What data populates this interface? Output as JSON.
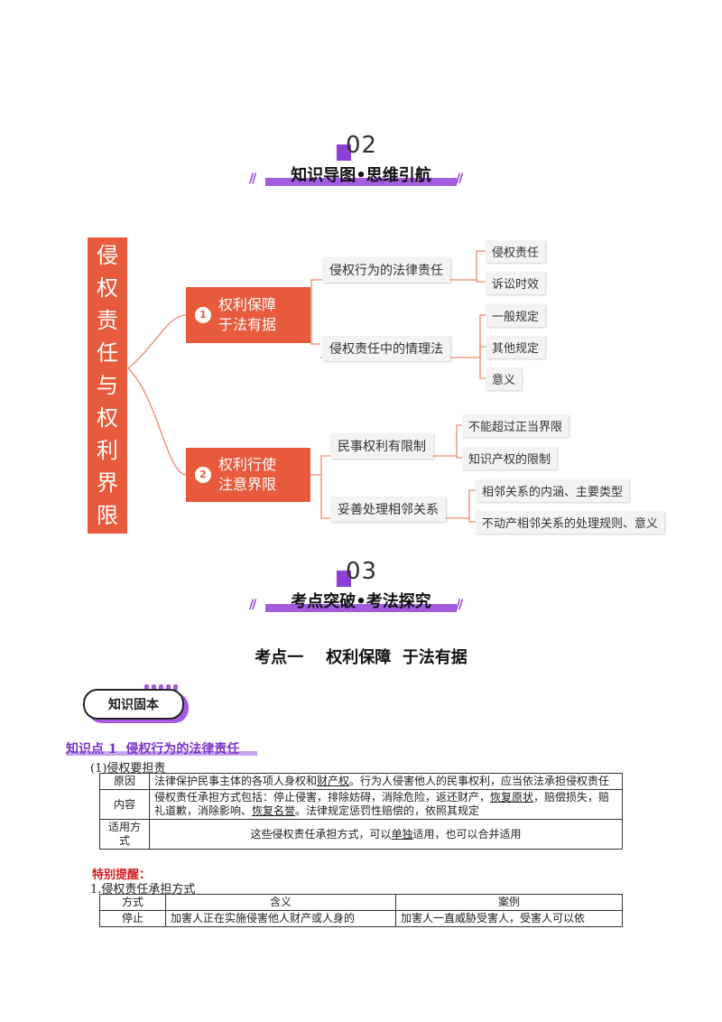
{
  "sec2": {
    "num": "02",
    "title": "知识导图•思维引航"
  },
  "mindmap": {
    "root_chars": [
      "侵",
      "权",
      "责",
      "任",
      "与",
      "权",
      "利",
      "界",
      "限"
    ],
    "branch1": {
      "num": "1",
      "line1": "权利保障",
      "line2": "于法有据",
      "sub1": {
        "label": "侵权行为的法律责任",
        "items": [
          "侵权责任",
          "诉讼时效"
        ]
      },
      "sub2": {
        "label": "侵权责任中的情理法",
        "items": [
          "一般规定",
          "其他规定",
          "意义"
        ]
      }
    },
    "branch2": {
      "num": "2",
      "line1": "权利行使",
      "line2": "注意界限",
      "sub1": {
        "label": "民事权利有限制",
        "items": [
          "不能超过正当界限",
          "知识产权的限制"
        ]
      },
      "sub2": {
        "label": "妥善处理相邻关系",
        "items": [
          "相邻关系的内涵、主要类型",
          "不动产相邻关系的处理规则、意义"
        ]
      }
    }
  },
  "sec3": {
    "num": "03",
    "title": "考点突破•考法探究"
  },
  "topic_title": "考点一    权利保障  于法有据",
  "badge_label": "知识固本",
  "kp1_title": "知识点 1  侵权行为的法律责任",
  "sub_heading_1": "(1)侵权要担责",
  "table1": {
    "rows": [
      {
        "label": "原因",
        "text_a": "法律保护民事主体的各项人身权和",
        "u1": "财产权",
        "text_b": "。行为人侵害他人的民事权利，应当依法承担侵权责任"
      },
      {
        "label": "内容",
        "text_a": "侵权责任承担方式包括：停止侵害，排除妨碍，消除危险，返还财产，",
        "u1": "恢复原状",
        "text_b": "，赔偿损失，赔礼道歉，消除影响、",
        "u2": "恢复名誉",
        "text_c": "。法律规定惩罚性赔偿的，依照其规定"
      },
      {
        "label": "适用方式",
        "text_a": "这些侵权责任承担方式，可以",
        "u1": "单独",
        "text_b": "适用，也可以合并适用"
      }
    ]
  },
  "special_note": "特别提醒：",
  "sub_heading_2": "1.侵权责任承担方式",
  "table2": {
    "headers": [
      "方式",
      "含义",
      "案例"
    ],
    "row": [
      "停止",
      "加害人正在实施侵害他人财产或人身的",
      "加害人一直威胁受害人，受害人可以依"
    ]
  },
  "colors": {
    "accent_orange": "#e75a3c",
    "accent_purple": "#8e3fd6",
    "note_red": "#d21f1f"
  }
}
